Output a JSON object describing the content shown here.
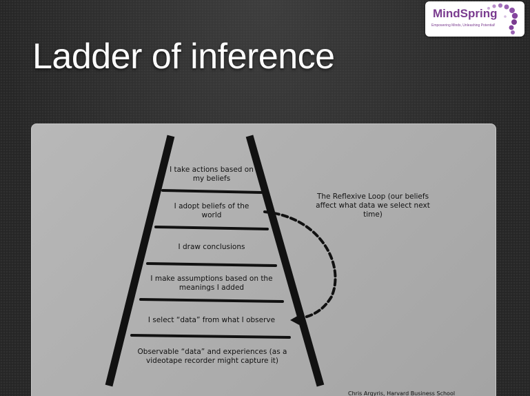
{
  "slide": {
    "title": "Ladder of inference"
  },
  "logo": {
    "name": "MindSpring",
    "tagline": "Empowering Minds, Unleashing Potential!",
    "accent_color": "#7a3b8f"
  },
  "diagram": {
    "rungs": [
      "I take actions based on my beliefs",
      "I adopt beliefs of the world",
      "I draw conclusions",
      "I make assumptions based on the meanings I added",
      "I select “data” from what I observe",
      "Observable “data” and experiences (as a videotape recorder might capture it)"
    ],
    "loop_label": "The Reflexive Loop (our beliefs affect what data we select next time)",
    "citation": "Chris Argyris, Harvard Business School"
  }
}
